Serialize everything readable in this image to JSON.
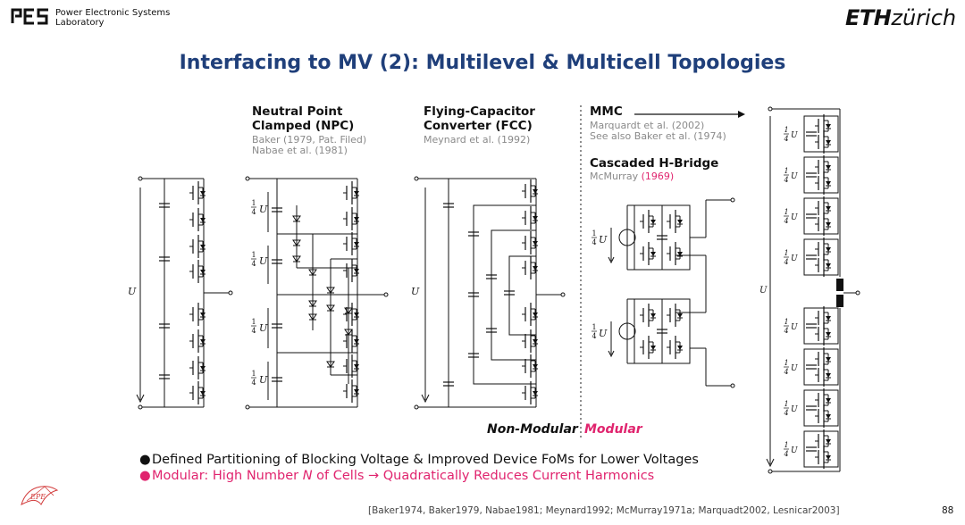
{
  "header": {
    "lab_logo_text": "PES",
    "lab_name_line1": "Power Electronic Systems",
    "lab_name_line2": "Laboratory",
    "eth_bold": "ETH",
    "eth_light": "zürich"
  },
  "slide": {
    "title": "Interfacing to MV (2): Multilevel & Multicell Topologies"
  },
  "npc": {
    "heading_line1": "Neutral Point",
    "heading_line2": "Clamped (NPC)",
    "ref1": "Baker (1979, Pat. Filed)",
    "ref2": "Nabae et al. (1981)"
  },
  "fcc": {
    "heading_line1": "Flying-Capacitor",
    "heading_line2": "Converter (FCC)",
    "ref1": "Meynard et al. (1992)"
  },
  "mmc": {
    "heading": "MMC",
    "ref1": "Marquardt et al. (2002)",
    "ref2": "See also Baker et al. (1974)"
  },
  "chb": {
    "heading": "Cascaded H-Bridge",
    "ref_name": "McMurray",
    "ref_year": "(1969)"
  },
  "labels": {
    "non_modular": "Non-Modular",
    "modular": "Modular",
    "voltage_symbol": "U",
    "quarter_num": "1",
    "quarter_den": "4"
  },
  "bullets": [
    "Defined Partitioning of Blocking Voltage & Improved Device FoMs for Lower Voltages",
    "Modular: High Number N of Cells → Quadratically Reduces Current Harmonics"
  ],
  "footer": {
    "references": "[Baker1974, Baker1979, Nabae1981; Meynard1992; McMurray1971a; Marquadt2002, Lesnicar2003]",
    "page_number": "88"
  },
  "colors": {
    "title": "#1f3f7a",
    "accent_pink": "#e0246e",
    "reference_gray": "#8a8a8a"
  }
}
